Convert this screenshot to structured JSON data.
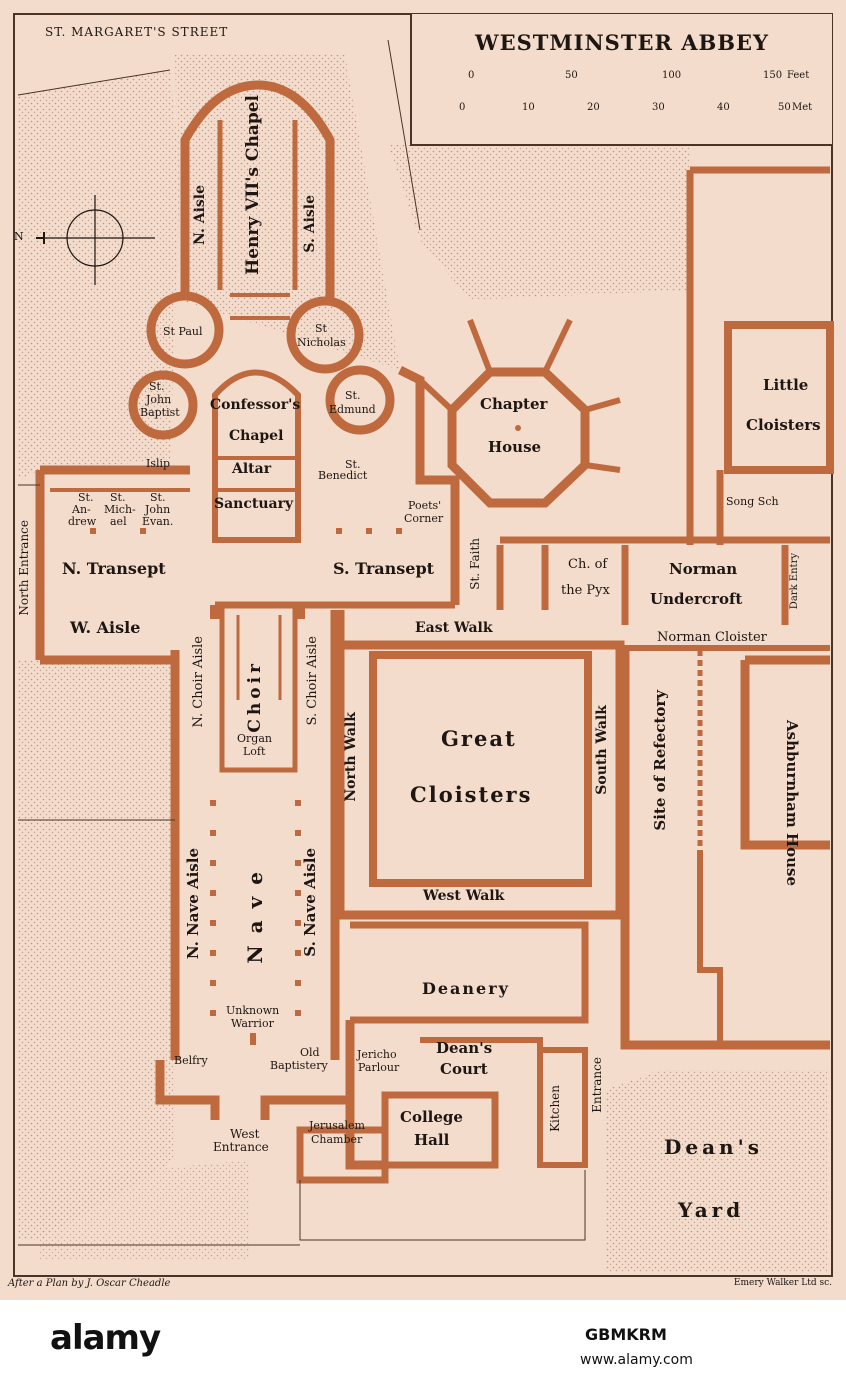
{
  "title": "WESTMINSTER ABBEY",
  "street": "ST. MARGARET'S STREET",
  "scale_feet": {
    "ticks": [
      "0",
      "50",
      "100",
      "150"
    ],
    "unit": "Feet"
  },
  "scale_metres": {
    "ticks": [
      "0",
      "10",
      "20",
      "30",
      "40",
      "50"
    ],
    "unit": "Met"
  },
  "north_label": "N",
  "labels": {
    "n_aisle": "N. Aisle",
    "henry_vii_chapel": "Henry VII's Chapel",
    "s_aisle": "S. Aisle",
    "st_paul": "St Paul",
    "st_nicholas_1": "St",
    "st_nicholas_2": "Nicholas",
    "st_john_baptist_1": "St.",
    "st_john_baptist_2": "John",
    "st_john_baptist_3": "Baptist",
    "confessors_chapel_1": "Confessor's",
    "confessors_chapel_2": "Chapel",
    "altar": "Altar",
    "sanctuary": "Sanctuary",
    "st_edmund_1": "St.",
    "st_edmund_2": "Edmund",
    "islip": "Islip",
    "st_benedict_1": "St.",
    "st_benedict_2": "Benedict",
    "st_andrew_1": "St.",
    "st_andrew_2": "An-",
    "st_andrew_3": "drew",
    "st_michael_1": "St.",
    "st_michael_2": "Mich-",
    "st_michael_3": "ael",
    "st_john_evan_1": "St.",
    "st_john_evan_2": "John",
    "st_john_evan_3": "Evan.",
    "poets_corner_1": "Poets'",
    "poets_corner_2": "Corner",
    "chapter_house_1": "Chapter",
    "chapter_house_2": "House",
    "little_cloisters_1": "Little",
    "little_cloisters_2": "Cloisters",
    "song_sch": "Song Sch",
    "north_entrance": "North Entrance",
    "n_transept": "N. Transept",
    "s_transept": "S. Transept",
    "st_faith": "St. Faith",
    "ch_of_pyx_1": "Ch. of",
    "ch_of_pyx_2": "the Pyx",
    "norman_undercroft_1": "Norman",
    "norman_undercroft_2": "Undercroft",
    "dark_entry": "Dark Entry",
    "w_aisle": "W. Aisle",
    "east_walk": "East Walk",
    "norman_cloister": "Norman Cloister",
    "n_choir_aisle": "N. Choir Aisle",
    "choir": "Choir",
    "s_choir_aisle": "S. Choir Aisle",
    "organ_loft_1": "Organ",
    "organ_loft_2": "Loft",
    "north_walk": "North Walk",
    "great_cloisters_1": "Great",
    "great_cloisters_2": "Cloisters",
    "south_walk": "South Walk",
    "site_of_refectory": "Site of Refectory",
    "ashburnham_house": "Ashburnham House",
    "n_nave_aisle": "N. Nave Aisle",
    "nave": "Nave",
    "s_nave_aisle": "S. Nave Aisle",
    "west_walk": "West Walk",
    "deanery": "Deanery",
    "unknown_warrior_1": "Unknown",
    "unknown_warrior_2": "Warrior",
    "belfry": "Belfry",
    "old_baptistery_1": "Old",
    "old_baptistery_2": "Baptistery",
    "jericho_parlour_1": "Jericho",
    "jericho_parlour_2": "Parlour",
    "deans_court_1": "Dean's",
    "deans_court_2": "Court",
    "kitchen": "Kitchen",
    "entrance": "Entrance",
    "jerusalem_chamber_1": "Jerusalem",
    "jerusalem_chamber_2": "Chamber",
    "college_hall_1": "College",
    "college_hall_2": "Hall",
    "west_entrance_1": "West",
    "west_entrance_2": "Entrance",
    "deans_yard_1": "Dean's",
    "deans_yard_2": "Yard"
  },
  "footer": {
    "left": "After a Plan by J. Oscar Cheadle",
    "right": "Emery Walker Ltd sc."
  },
  "watermark": {
    "brand": "alamy",
    "image_id": "GBMKRM",
    "url": "www.alamy.com"
  },
  "colors": {
    "paper": "#f3dccc",
    "wall": "#bf6a3e",
    "text": "#1e1612",
    "stipple": "#c9a696"
  }
}
